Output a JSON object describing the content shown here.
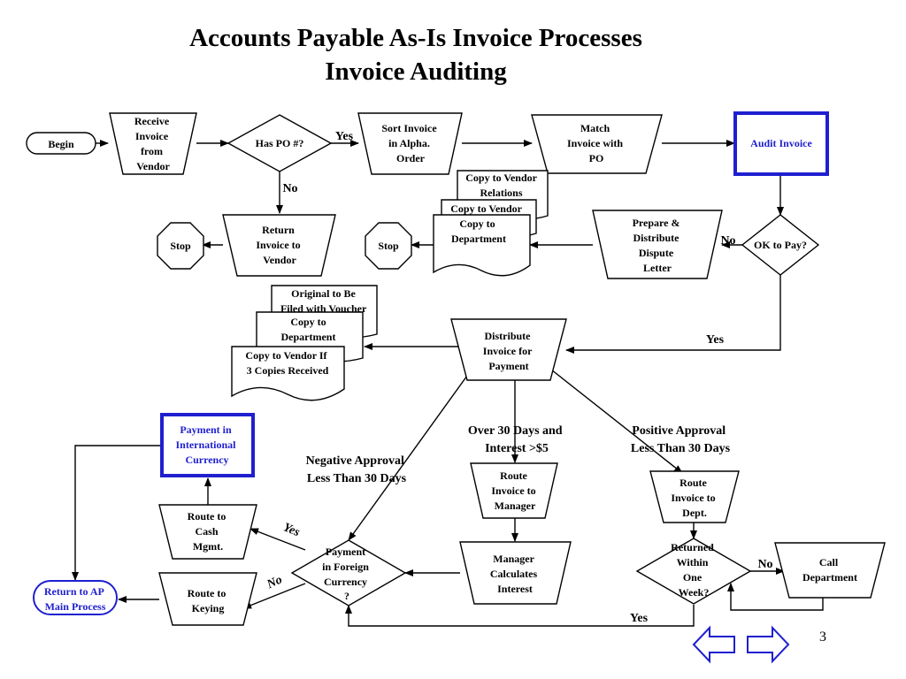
{
  "slide": {
    "title_line1": "Accounts Payable As-Is Invoice Processes",
    "title_line2": "Invoice Auditing",
    "page_number": "3"
  },
  "colors": {
    "highlight": "#1f1fd0",
    "stroke": "#000000",
    "fill": "#ffffff"
  },
  "nodes": {
    "begin": [
      "Begin"
    ],
    "receive_invoice": [
      "Receive",
      "Invoice",
      "from",
      "Vendor"
    ],
    "has_po": [
      "Has PO #?"
    ],
    "sort_invoice": [
      "Sort Invoice",
      "in Alpha.",
      "Order"
    ],
    "match_invoice": [
      "Match",
      "Invoice with",
      "PO"
    ],
    "audit_invoice": [
      "Audit Invoice"
    ],
    "return_invoice": [
      "Return",
      "Invoice to",
      "Vendor"
    ],
    "stop_1": [
      "Stop"
    ],
    "stop_2": [
      "Stop"
    ],
    "doc_vendor_relations": [
      "Copy to Vendor",
      "Relations"
    ],
    "doc_copy_vendor": [
      "Copy to Vendor"
    ],
    "doc_copy_department": [
      "Copy to",
      "Department"
    ],
    "prepare_dispute": [
      "Prepare &",
      "Distribute",
      "Dispute",
      "Letter"
    ],
    "ok_to_pay": [
      "OK to Pay?"
    ],
    "doc_original": [
      "Original to Be",
      "Filed with Voucher"
    ],
    "doc_copy_dept_2": [
      "Copy to",
      "Department"
    ],
    "doc_copy_vendor_if": [
      "Copy to Vendor If",
      "3 Copies Received"
    ],
    "distribute_invoice": [
      "Distribute",
      "Invoice for",
      "Payment"
    ],
    "payment_international": [
      "Payment in",
      "International",
      "Currency"
    ],
    "route_cash": [
      "Route to",
      "Cash",
      "Mgmt."
    ],
    "route_keying": [
      "Route to",
      "Keying"
    ],
    "return_ap": [
      "Return to AP",
      "Main Process"
    ],
    "payment_foreign": [
      "Payment",
      "in Foreign",
      "Currency",
      "?"
    ],
    "route_manager": [
      "Route",
      "Invoice to",
      "Manager"
    ],
    "manager_calculates": [
      "Manager",
      "Calculates",
      "Interest"
    ],
    "route_dept": [
      "Route",
      "Invoice to",
      "Dept."
    ],
    "returned_within": [
      "Returned",
      "Within",
      "One",
      "Week?"
    ],
    "call_department": [
      "Call",
      "Department"
    ]
  },
  "edge_labels": {
    "has_po_yes": "Yes",
    "has_po_no": "No",
    "ok_no": "No",
    "ok_yes": "Yes",
    "over_30": [
      "Over 30 Days and",
      "Interest >$5"
    ],
    "positive": [
      "Positive Approval",
      "Less Than 30 Days"
    ],
    "negative": [
      "Negative Approval",
      "Less Than 30 Days"
    ],
    "foreign_yes": "Yes",
    "foreign_no": "No",
    "returned_no": "No",
    "returned_yes": "Yes"
  },
  "navigation": {
    "previous": "previous-arrow",
    "next": "next-arrow"
  }
}
